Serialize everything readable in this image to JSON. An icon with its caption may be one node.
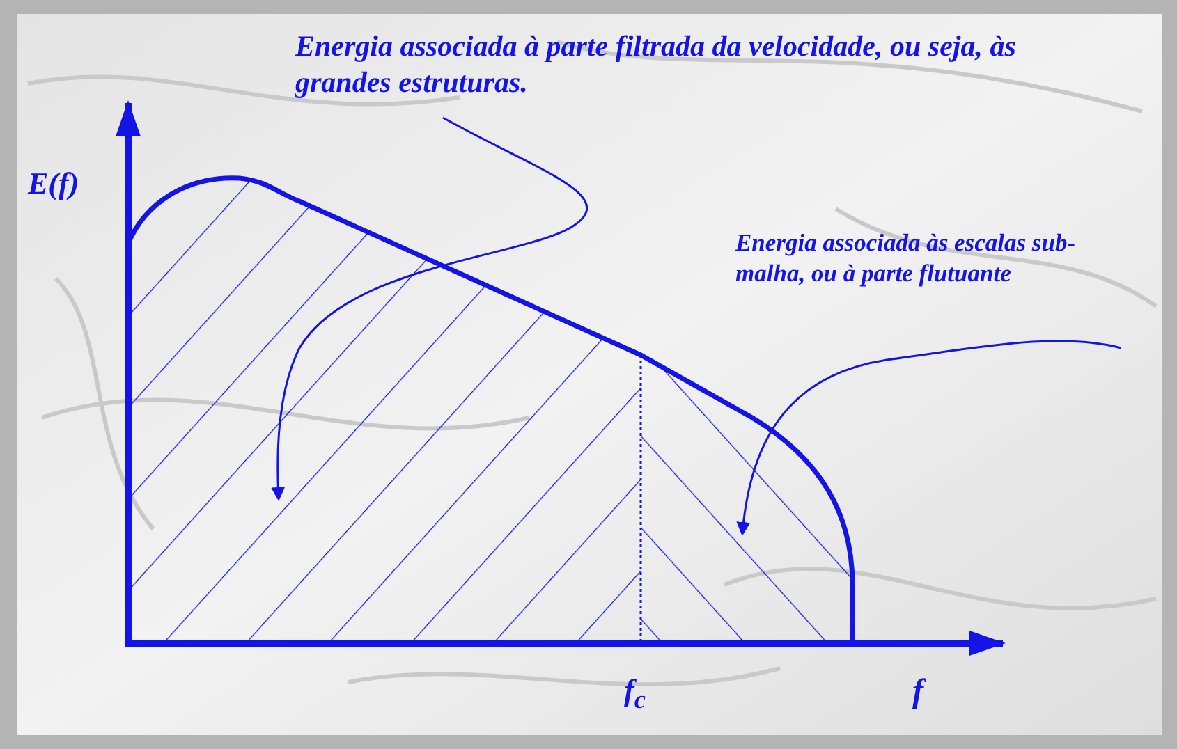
{
  "diagram": {
    "nodes": [
      {
        "text": [
          "Energia associada à parte filtrada da velocidade, ou seja, às grandes estruturas."
        ]
      },
      {
        "text": [],
        "shape": "area"
      },
      {
        "text": [
          "Energia associada às escalas sub-malha, ou à parte flutuante"
        ]
      },
      {
        "text": [],
        "shape": "area"
      }
    ],
    "edges": [
      {
        "from": 0,
        "to": 1,
        "arrow": "to"
      },
      {
        "from": 2,
        "to": 3,
        "arrow": "to"
      }
    ],
    "labels": [
      "E(f)",
      "f$_{c}$",
      "f"
    ]
  }
}
